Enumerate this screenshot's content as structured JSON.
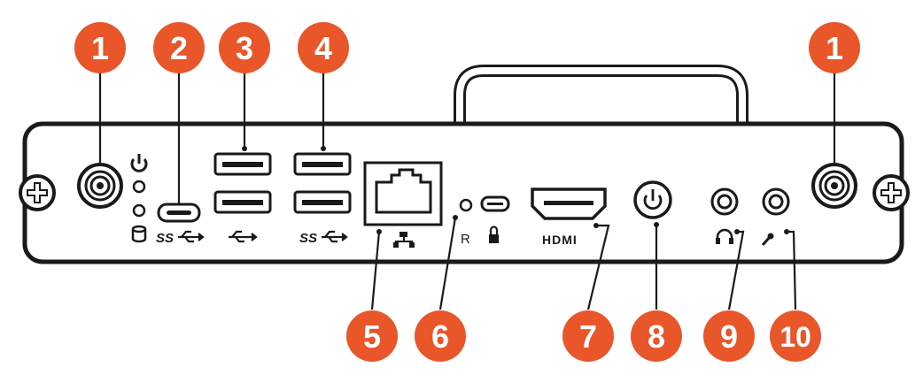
{
  "colors": {
    "callout_fill": "#e8562a",
    "callout_text": "#ffffff",
    "line": "#1a1a1a",
    "panel_fill": "#ffffff"
  },
  "callouts": [
    {
      "id": "c1-left",
      "label": "1"
    },
    {
      "id": "c2",
      "label": "2"
    },
    {
      "id": "c3",
      "label": "3"
    },
    {
      "id": "c4",
      "label": "4"
    },
    {
      "id": "c1-right",
      "label": "1"
    },
    {
      "id": "c5",
      "label": "5"
    },
    {
      "id": "c6",
      "label": "6"
    },
    {
      "id": "c7",
      "label": "7"
    },
    {
      "id": "c8",
      "label": "8"
    },
    {
      "id": "c9",
      "label": "9"
    },
    {
      "id": "c10",
      "label": "10"
    }
  ],
  "port_labels": {
    "reset": "R",
    "hdmi": "HDMI",
    "usb_ss": "SS"
  },
  "icons": {
    "antenna": "antenna-connector-icon",
    "thumbscrew": "thumbscrew-icon",
    "power_led": "power-icon",
    "storage_led": "storage-icon",
    "usb_c": "usb-c-port-icon",
    "usb_a": "usb-a-port-icon",
    "ethernet": "ethernet-port-icon",
    "network": "network-icon",
    "lock": "lock-icon",
    "power_button": "power-button-icon",
    "headphone": "headphone-icon",
    "microphone": "microphone-icon"
  }
}
